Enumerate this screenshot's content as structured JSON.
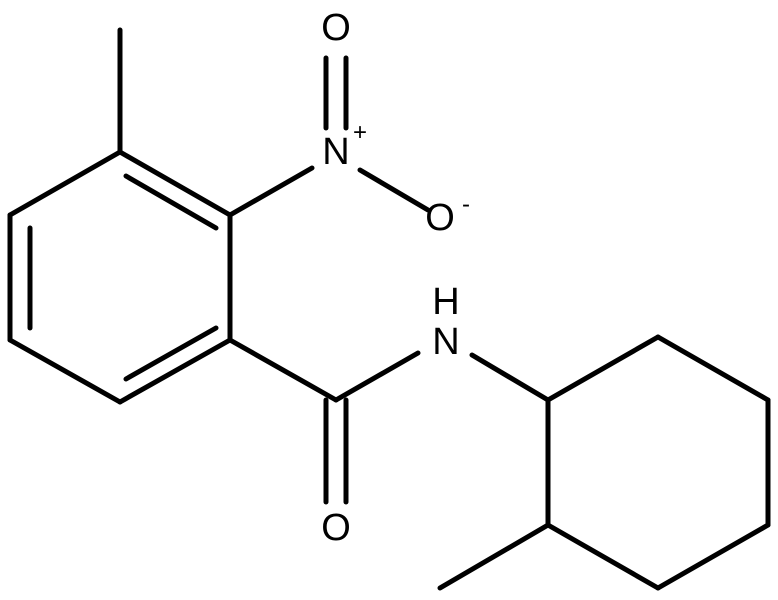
{
  "molecule": {
    "atoms": {
      "oxygen_top": "O",
      "nitro_nitrogen": "N",
      "nitro_nitrogen_charge": "+",
      "oxygen_minus": "O",
      "oxygen_minus_charge": "-",
      "amide_h": "H",
      "amide_n": "N",
      "carbonyl_oxygen": "O"
    },
    "colors": {
      "bond": "#000000",
      "label": "#000000",
      "background": "#ffffff"
    }
  }
}
